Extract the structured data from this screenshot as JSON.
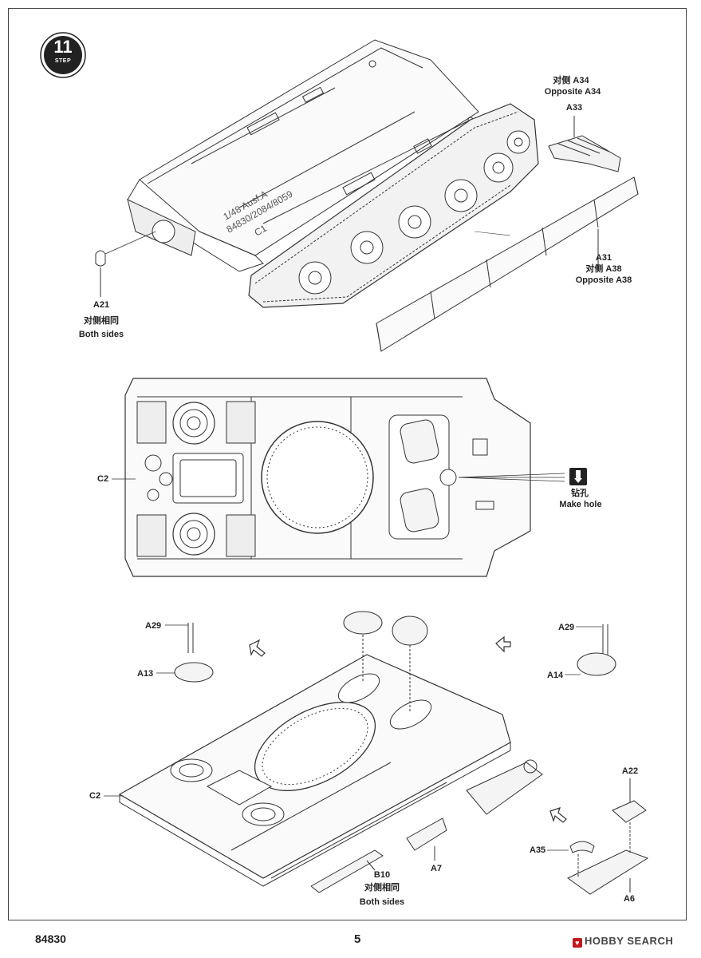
{
  "step": {
    "number": "11",
    "word": "STEP"
  },
  "labels": {
    "a34_cn": "对侧 A34",
    "a34_en": "Opposite A34",
    "a33": "A33",
    "a31": "A31",
    "a38_cn": "对侧 A38",
    "a38_en": "Opposite A38",
    "a21": "A21",
    "a21_cn": "对侧相同",
    "a21_en": "Both sides",
    "c2_top": "C2",
    "make_hole_cn": "钻孔",
    "make_hole_en": "Make hole",
    "a29_left": "A29",
    "a13": "A13",
    "a29_right": "A29",
    "a14": "A14",
    "c2_bottom": "C2",
    "a22": "A22",
    "a35": "A35",
    "a7": "A7",
    "b10": "B10",
    "b10_cn": "对侧相同",
    "b10_en": "Both sides",
    "a6": "A6"
  },
  "hull_markings": {
    "line1": "1/48 Ausf.A",
    "line2": "84830/2084/8059",
    "line3": "C1"
  },
  "footer": {
    "kit_number": "84830",
    "page_number": "5",
    "watermark": "HOBBY SEARCH"
  }
}
